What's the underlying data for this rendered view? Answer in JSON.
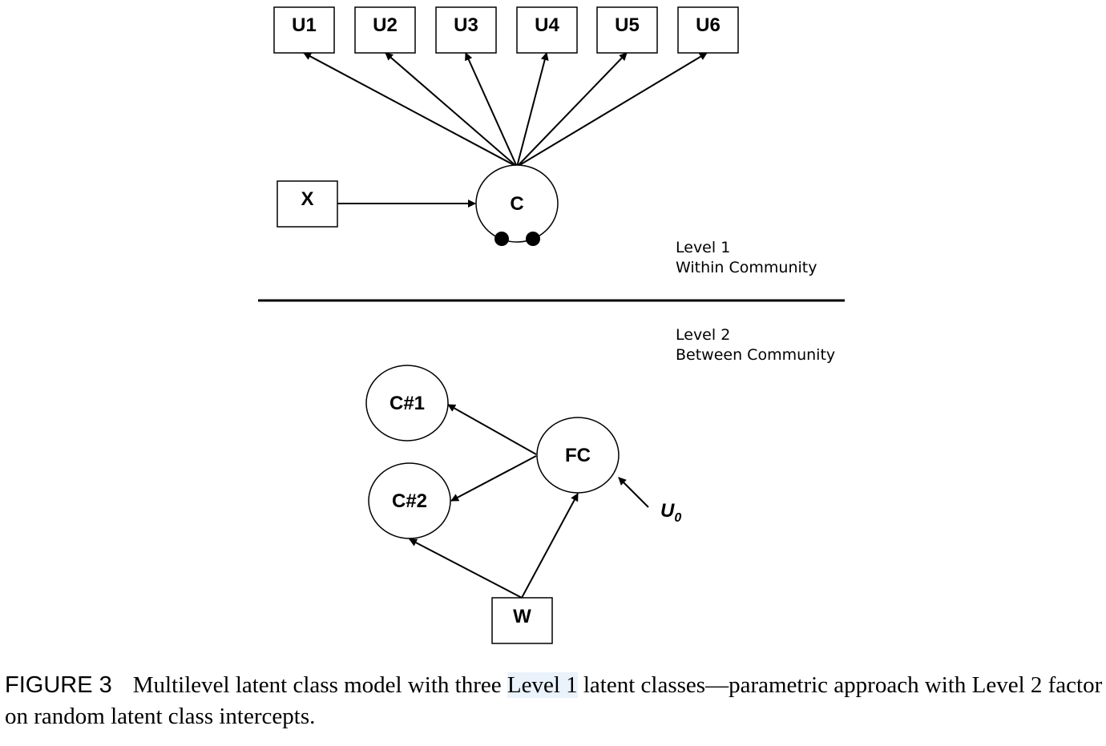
{
  "diagram": {
    "indicators": [
      "U1",
      "U2",
      "U3",
      "U4",
      "U5",
      "U6"
    ],
    "covariate_level1": "X",
    "latent_class": "C",
    "level1_label": [
      "Level 1",
      "Within Community"
    ],
    "level2_label": [
      "Level 2",
      "Between Community"
    ],
    "random_intercepts": [
      "C#1",
      "C#2"
    ],
    "factor": "FC",
    "covariate_level2": "W",
    "residual": {
      "base": "U",
      "sub": "0"
    }
  },
  "caption": {
    "label": "FIGURE 3",
    "text_before": "Multilevel latent class model with three ",
    "highlight": "Level 1",
    "text_after": " latent classes—parametric approach with Level 2 factor on random latent class intercepts."
  }
}
